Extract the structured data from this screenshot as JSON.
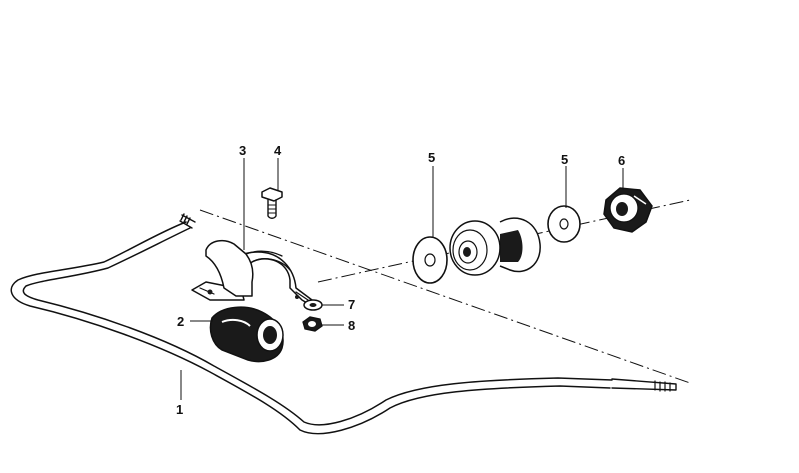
{
  "callouts": [
    {
      "id": "1",
      "label": "1"
    },
    {
      "id": "2",
      "label": "2"
    },
    {
      "id": "3",
      "label": "3"
    },
    {
      "id": "4",
      "label": "4"
    },
    {
      "id": "5a",
      "label": "5"
    },
    {
      "id": "5b",
      "label": "5"
    },
    {
      "id": "6",
      "label": "6"
    },
    {
      "id": "7",
      "label": "7"
    },
    {
      "id": "8",
      "label": "8"
    }
  ],
  "colors": {
    "ink": "#111111",
    "background": "#ffffff"
  }
}
